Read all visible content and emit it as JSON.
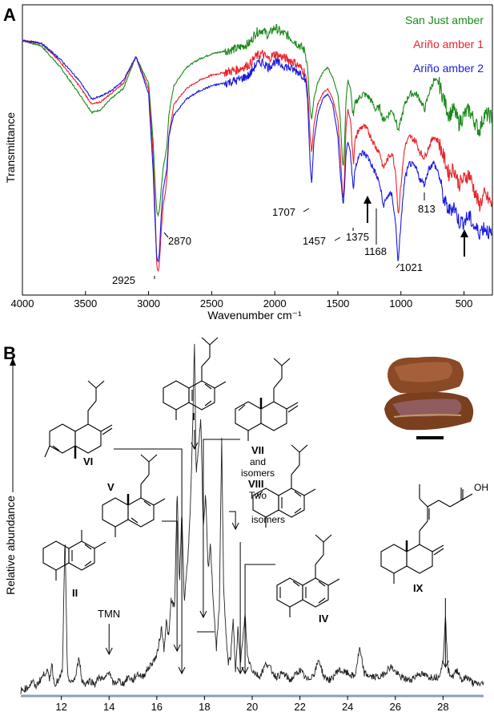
{
  "panels": {
    "a_label": "A",
    "b_label": "B"
  },
  "chart_data": [
    {
      "type": "line",
      "xlabel": "Wavenumber cm⁻¹",
      "ylabel": "Transmittance",
      "xlim": [
        4000,
        275
      ],
      "x_ticks": [
        4000,
        3500,
        3000,
        2500,
        2000,
        1500,
        1000,
        500
      ],
      "legend_position": "top-right",
      "series": [
        {
          "name": "San Just amber",
          "color": "#1a8a1a",
          "x": [
            4000,
            3850,
            3700,
            3550,
            3450,
            3380,
            3300,
            3200,
            3100,
            3000,
            2965,
            2945,
            2935,
            2925,
            2915,
            2900,
            2885,
            2870,
            2855,
            2840,
            2800,
            2700,
            2600,
            2500,
            2400,
            2300,
            2200,
            2150,
            2100,
            2050,
            2000,
            1950,
            1900,
            1850,
            1800,
            1760,
            1740,
            1720,
            1707,
            1690,
            1660,
            1620,
            1580,
            1540,
            1500,
            1480,
            1465,
            1457,
            1448,
            1435,
            1420,
            1400,
            1385,
            1375,
            1365,
            1340,
            1300,
            1260,
            1230,
            1200,
            1168,
            1140,
            1100,
            1070,
            1040,
            1021,
            1000,
            970,
            930,
            880,
            850,
            813,
            780,
            740,
            700,
            660,
            620,
            580,
            540,
            500,
            460,
            420,
            380,
            340,
            300,
            280
          ],
          "y": [
            0.92,
            0.9,
            0.82,
            0.72,
            0.65,
            0.66,
            0.7,
            0.74,
            0.86,
            0.76,
            0.55,
            0.35,
            0.28,
            0.26,
            0.28,
            0.36,
            0.44,
            0.48,
            0.52,
            0.64,
            0.75,
            0.82,
            0.85,
            0.87,
            0.88,
            0.89,
            0.91,
            0.95,
            0.96,
            0.94,
            0.97,
            0.95,
            0.94,
            0.92,
            0.9,
            0.88,
            0.82,
            0.66,
            0.62,
            0.7,
            0.76,
            0.8,
            0.82,
            0.78,
            0.72,
            0.62,
            0.48,
            0.44,
            0.52,
            0.7,
            0.77,
            0.74,
            0.66,
            0.64,
            0.68,
            0.7,
            0.72,
            0.71,
            0.69,
            0.66,
            0.67,
            0.62,
            0.64,
            0.66,
            0.62,
            0.58,
            0.62,
            0.68,
            0.72,
            0.72,
            0.7,
            0.66,
            0.72,
            0.77,
            0.76,
            0.7,
            0.64,
            0.66,
            0.61,
            0.64,
            0.66,
            0.62,
            0.58,
            0.64,
            0.64,
            0.63
          ]
        },
        {
          "name": "Ariño amber 1",
          "color": "#e8232a",
          "x": [
            4000,
            3850,
            3700,
            3550,
            3450,
            3380,
            3300,
            3200,
            3100,
            3000,
            2965,
            2945,
            2935,
            2925,
            2915,
            2900,
            2885,
            2870,
            2855,
            2840,
            2800,
            2700,
            2600,
            2500,
            2400,
            2300,
            2200,
            2150,
            2100,
            2050,
            2000,
            1950,
            1900,
            1850,
            1800,
            1760,
            1740,
            1720,
            1707,
            1690,
            1660,
            1620,
            1580,
            1540,
            1500,
            1480,
            1465,
            1457,
            1448,
            1435,
            1420,
            1400,
            1385,
            1375,
            1365,
            1340,
            1300,
            1260,
            1230,
            1200,
            1168,
            1140,
            1100,
            1070,
            1040,
            1021,
            1000,
            970,
            930,
            880,
            850,
            813,
            780,
            740,
            700,
            660,
            620,
            580,
            540,
            500,
            460,
            420,
            380,
            340,
            300,
            280
          ],
          "y": [
            0.92,
            0.91,
            0.84,
            0.75,
            0.68,
            0.69,
            0.72,
            0.76,
            0.86,
            0.74,
            0.5,
            0.24,
            0.07,
            0.05,
            0.08,
            0.2,
            0.3,
            0.34,
            0.4,
            0.56,
            0.68,
            0.74,
            0.77,
            0.79,
            0.8,
            0.81,
            0.83,
            0.86,
            0.87,
            0.85,
            0.87,
            0.86,
            0.85,
            0.84,
            0.82,
            0.8,
            0.74,
            0.56,
            0.5,
            0.6,
            0.68,
            0.72,
            0.74,
            0.7,
            0.62,
            0.5,
            0.36,
            0.32,
            0.4,
            0.6,
            0.66,
            0.62,
            0.52,
            0.46,
            0.54,
            0.58,
            0.6,
            0.58,
            0.55,
            0.52,
            0.5,
            0.44,
            0.48,
            0.5,
            0.42,
            0.26,
            0.38,
            0.52,
            0.56,
            0.54,
            0.5,
            0.48,
            0.52,
            0.56,
            0.54,
            0.48,
            0.42,
            0.44,
            0.38,
            0.4,
            0.42,
            0.36,
            0.3,
            0.34,
            0.32,
            0.3
          ]
        },
        {
          "name": "Ariño amber 2",
          "color": "#1a1ae0",
          "x": [
            4000,
            3850,
            3700,
            3550,
            3450,
            3380,
            3300,
            3200,
            3100,
            3000,
            2965,
            2945,
            2935,
            2925,
            2915,
            2900,
            2885,
            2870,
            2855,
            2840,
            2800,
            2700,
            2600,
            2500,
            2400,
            2300,
            2200,
            2150,
            2100,
            2050,
            2000,
            1950,
            1900,
            1850,
            1800,
            1760,
            1740,
            1720,
            1707,
            1690,
            1660,
            1620,
            1580,
            1540,
            1500,
            1480,
            1465,
            1457,
            1448,
            1435,
            1420,
            1400,
            1385,
            1375,
            1365,
            1340,
            1300,
            1260,
            1230,
            1200,
            1168,
            1140,
            1100,
            1070,
            1040,
            1021,
            1000,
            970,
            930,
            880,
            850,
            813,
            780,
            740,
            700,
            660,
            620,
            580,
            540,
            500,
            460,
            420,
            380,
            340,
            300,
            280
          ],
          "y": [
            0.92,
            0.91,
            0.85,
            0.77,
            0.7,
            0.71,
            0.73,
            0.77,
            0.86,
            0.72,
            0.44,
            0.2,
            0.1,
            0.09,
            0.12,
            0.26,
            0.36,
            0.4,
            0.44,
            0.56,
            0.64,
            0.7,
            0.73,
            0.75,
            0.76,
            0.77,
            0.79,
            0.83,
            0.84,
            0.82,
            0.84,
            0.83,
            0.82,
            0.81,
            0.8,
            0.78,
            0.7,
            0.46,
            0.38,
            0.54,
            0.64,
            0.7,
            0.72,
            0.68,
            0.56,
            0.42,
            0.34,
            0.3,
            0.36,
            0.5,
            0.54,
            0.5,
            0.4,
            0.36,
            0.44,
            0.48,
            0.5,
            0.48,
            0.45,
            0.42,
            0.38,
            0.3,
            0.34,
            0.34,
            0.22,
            0.08,
            0.24,
            0.4,
            0.46,
            0.44,
            0.4,
            0.38,
            0.44,
            0.46,
            0.42,
            0.32,
            0.28,
            0.3,
            0.24,
            0.24,
            0.26,
            0.22,
            0.2,
            0.22,
            0.2,
            0.18
          ]
        }
      ],
      "annotations": [
        {
          "text": "2925",
          "x": 2925
        },
        {
          "text": "2870",
          "x": 2870
        },
        {
          "text": "1707",
          "x": 1707
        },
        {
          "text": "1457",
          "x": 1457
        },
        {
          "text": "1375",
          "x": 1375
        },
        {
          "text": "1168",
          "x": 1168
        },
        {
          "text": "1021",
          "x": 1021
        },
        {
          "text": "813",
          "x": 813
        }
      ]
    },
    {
      "type": "line",
      "xlabel": "",
      "ylabel": "Relative abundance",
      "xlim": [
        10.3,
        29.7
      ],
      "x_ticks": [
        12,
        14,
        16,
        18,
        20,
        22,
        24,
        26,
        28
      ],
      "series": [
        {
          "name": "",
          "color": "#222222",
          "x": [
            10.3,
            10.6,
            10.8,
            10.9,
            11.0,
            11.2,
            11.4,
            11.5,
            11.6,
            11.7,
            11.9,
            12.05,
            12.15,
            12.25,
            12.4,
            12.6,
            12.75,
            12.85,
            13.0,
            13.2,
            13.4,
            13.6,
            13.8,
            14.0,
            14.1,
            14.2,
            14.4,
            14.6,
            14.8,
            15.0,
            15.2,
            15.4,
            15.6,
            15.8,
            16.0,
            16.1,
            16.2,
            16.3,
            16.4,
            16.5,
            16.6,
            16.75,
            16.85,
            16.95,
            17.05,
            17.15,
            17.3,
            17.4,
            17.5,
            17.58,
            17.65,
            17.75,
            17.85,
            17.95,
            18.05,
            18.15,
            18.25,
            18.35,
            18.5,
            18.62,
            18.72,
            18.8,
            18.9,
            19.0,
            19.1,
            19.2,
            19.3,
            19.4,
            19.5,
            19.6,
            19.7,
            19.8,
            20.0,
            20.3,
            20.6,
            21.0,
            21.3,
            21.6,
            22.0,
            22.3,
            22.6,
            22.8,
            23.0,
            23.3,
            23.6,
            24.0,
            24.3,
            24.5,
            24.7,
            25.0,
            25.4,
            25.8,
            26.2,
            26.6,
            27.0,
            27.4,
            27.8,
            28.0,
            28.1,
            28.2,
            28.4,
            28.6,
            28.8,
            29.0,
            29.3,
            29.7
          ],
          "y": [
            0.0,
            0.01,
            0.03,
            0.01,
            0.02,
            0.04,
            0.06,
            0.03,
            0.08,
            0.02,
            0.03,
            0.06,
            0.45,
            0.05,
            0.02,
            0.04,
            0.1,
            0.03,
            0.02,
            0.03,
            0.02,
            0.04,
            0.03,
            0.06,
            0.03,
            0.02,
            0.03,
            0.02,
            0.04,
            0.03,
            0.05,
            0.04,
            0.06,
            0.08,
            0.1,
            0.14,
            0.18,
            0.12,
            0.2,
            0.15,
            0.26,
            0.24,
            0.58,
            0.3,
            0.52,
            0.26,
            0.38,
            0.5,
            0.74,
            1.0,
            0.62,
            0.7,
            0.78,
            0.46,
            0.56,
            0.34,
            0.42,
            0.28,
            0.12,
            0.24,
            0.72,
            0.3,
            0.16,
            0.08,
            0.1,
            0.2,
            0.06,
            0.18,
            0.08,
            0.14,
            0.22,
            0.1,
            0.06,
            0.04,
            0.08,
            0.04,
            0.05,
            0.03,
            0.06,
            0.03,
            0.05,
            0.09,
            0.04,
            0.03,
            0.06,
            0.05,
            0.04,
            0.12,
            0.05,
            0.04,
            0.04,
            0.07,
            0.04,
            0.03,
            0.05,
            0.04,
            0.04,
            0.08,
            0.22,
            0.06,
            0.04,
            0.06,
            0.03,
            0.04,
            0.02,
            0.02
          ]
        }
      ],
      "peak_labels": [
        {
          "text": "I",
          "x": 17.58
        },
        {
          "text": "II",
          "x": 12.15
        },
        {
          "text": "IV",
          "x": 19.7
        },
        {
          "text": "V",
          "x": 16.85
        },
        {
          "text": "VI",
          "x": 17.05
        },
        {
          "text": "VII",
          "x": 17.95
        },
        {
          "text": "VIII",
          "x": 19.4
        },
        {
          "text": "IX",
          "x": 28.1
        },
        {
          "text": "TMN",
          "x": 14.0
        }
      ],
      "annotation_texts": {
        "vii_sub1": "and",
        "vii_sub2": "isomers",
        "viii_sub1": "Two",
        "viii_sub2": "isomers",
        "ix_group": "OH"
      }
    }
  ]
}
